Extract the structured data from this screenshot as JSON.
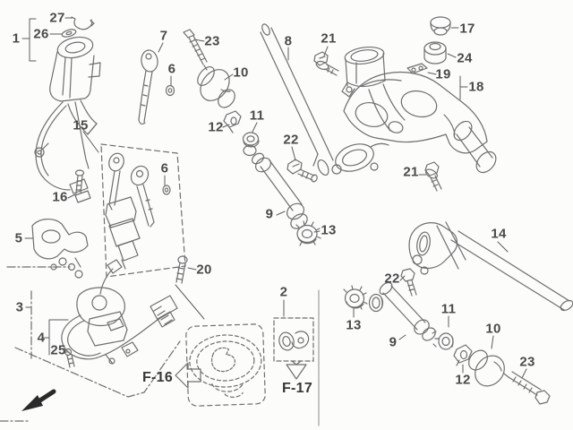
{
  "diagram": {
    "kind": "exploded-parts-diagram",
    "figure_refs": [
      "F-16",
      "F-17"
    ]
  },
  "labels": [
    {
      "text": "27"
    },
    {
      "text": "26"
    },
    {
      "text": "1"
    },
    {
      "text": "7"
    },
    {
      "text": "6"
    },
    {
      "text": "23"
    },
    {
      "text": "10"
    },
    {
      "text": "8"
    },
    {
      "text": "21"
    },
    {
      "text": "17"
    },
    {
      "text": "24"
    },
    {
      "text": "19"
    },
    {
      "text": "18"
    },
    {
      "text": "11"
    },
    {
      "text": "12"
    },
    {
      "text": "22"
    },
    {
      "text": "15"
    },
    {
      "text": "6"
    },
    {
      "text": "16"
    },
    {
      "text": "5"
    },
    {
      "text": "9"
    },
    {
      "text": "13"
    },
    {
      "text": "20"
    },
    {
      "text": "14"
    },
    {
      "text": "21"
    },
    {
      "text": "22"
    },
    {
      "text": "3"
    },
    {
      "text": "4"
    },
    {
      "text": "25"
    },
    {
      "text": "2"
    },
    {
      "text": "13"
    },
    {
      "text": "11"
    },
    {
      "text": "10"
    },
    {
      "text": "9"
    },
    {
      "text": "23"
    },
    {
      "text": "12"
    },
    {
      "text": "F-16"
    },
    {
      "text": "F-17"
    }
  ],
  "icons": {
    "f16_pointer": "open-arrow-left",
    "f17_pointer": "open-arrow-down",
    "front_direction": "solid-arrow-down-left"
  },
  "colors": {
    "background": "#fcfcfb",
    "line_art": "#6e6e6e",
    "label_text": "#4a4a4a",
    "solid_arrow": "#2a2a2a"
  }
}
